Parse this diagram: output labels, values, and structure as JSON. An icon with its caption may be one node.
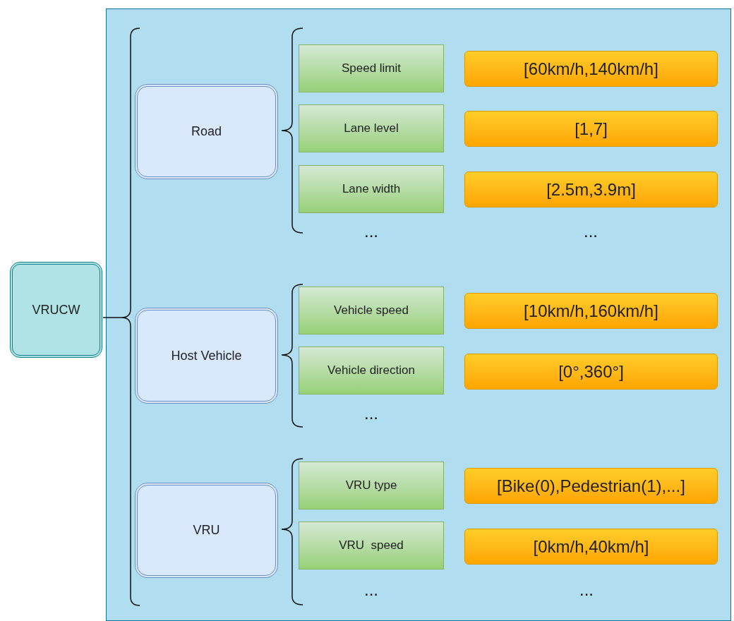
{
  "diagram": {
    "nodes": [
      {
        "text": [],
        "shape": "box"
      },
      {
        "text": [
          "VRUCW"
        ]
      },
      {
        "text": [
          "Road"
        ],
        "in": 0
      },
      {
        "text": [
          "Speed limit"
        ],
        "in": 0
      },
      {
        "text": [
          "[60km/h,140km/h]"
        ],
        "in": 0
      },
      {
        "text": [
          "Lane level"
        ],
        "in": 0
      },
      {
        "text": [
          "[1,7]"
        ],
        "in": 0
      },
      {
        "text": [
          "Lane width"
        ],
        "in": 0
      },
      {
        "text": [
          "[2.5m,3.9m]"
        ],
        "in": 0
      },
      {
        "text": [
          "Host Vehicle"
        ],
        "in": 0
      },
      {
        "text": [
          "Vehicle speed"
        ],
        "in": 0
      },
      {
        "text": [
          "[10km/h,160km/h]"
        ],
        "in": 0
      },
      {
        "text": [
          "Vehicle direction"
        ],
        "in": 0
      },
      {
        "text": [
          "[0°,360°]"
        ],
        "in": 0
      },
      {
        "text": [
          "VRU"
        ],
        "in": 0
      },
      {
        "text": [
          "VRU type"
        ],
        "in": 0
      },
      {
        "text": [
          "[Bike(0),Pedestrian(1),...]"
        ],
        "in": 0
      },
      {
        "text": [
          "VRU  speed"
        ],
        "in": 0
      },
      {
        "text": [
          "[0km/h,40km/h]"
        ],
        "in": 0
      }
    ],
    "labels": [
      "...",
      "...",
      "...",
      "...",
      "..."
    ]
  }
}
